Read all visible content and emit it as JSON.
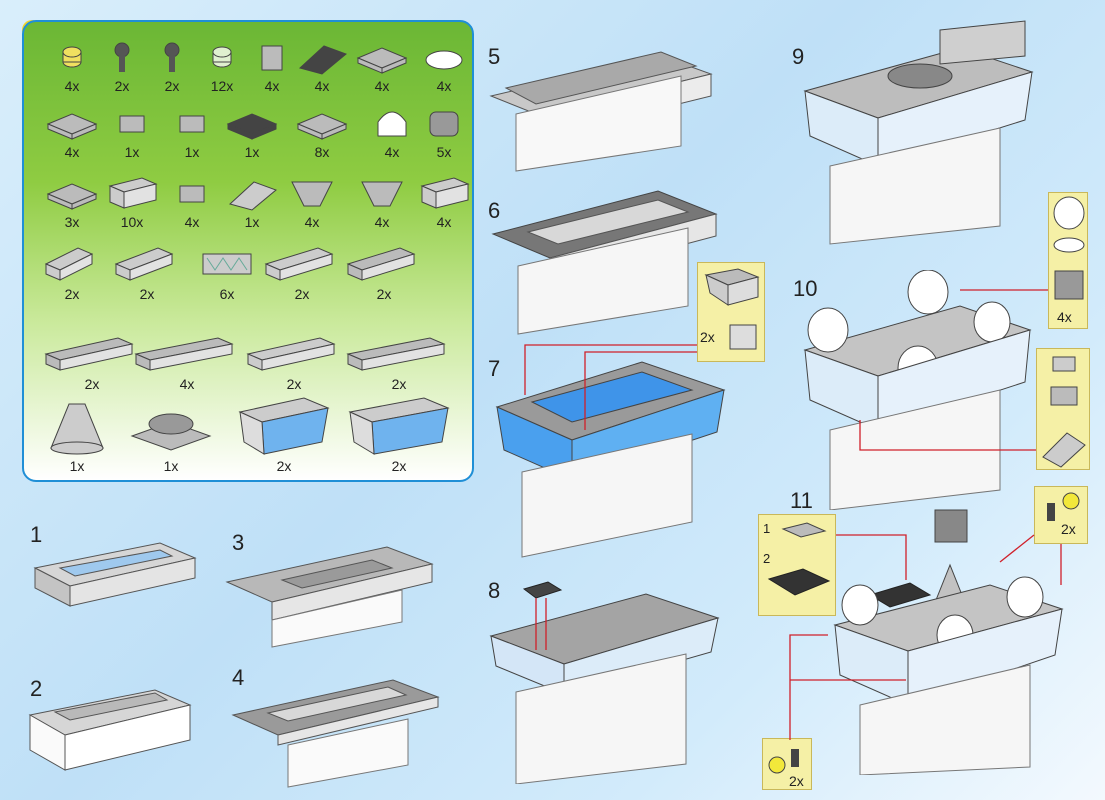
{
  "parts_panel": {
    "parts": [
      {
        "qty": "4x",
        "shape": "round-1x1",
        "color": "#f0e060"
      },
      {
        "qty": "2x",
        "shape": "lamp",
        "color": "#555"
      },
      {
        "qty": "2x",
        "shape": "lamp",
        "color": "#555"
      },
      {
        "qty": "12x",
        "shape": "round-1x1",
        "color": "#dff0cf"
      },
      {
        "qty": "4x",
        "shape": "brick-1x1",
        "color": "#bbb"
      },
      {
        "qty": "4x",
        "shape": "slope",
        "color": "#444"
      },
      {
        "qty": "4x",
        "shape": "plate-1x2",
        "color": "#bbb"
      },
      {
        "qty": "4x",
        "shape": "round-plate",
        "color": "#fff"
      },
      {
        "qty": "4x",
        "shape": "plate-1x2",
        "color": "#bbb"
      },
      {
        "qty": "1x",
        "shape": "clip",
        "color": "#bbb"
      },
      {
        "qty": "1x",
        "shape": "hinge",
        "color": "#bbb"
      },
      {
        "qty": "1x",
        "shape": "plate-2x2",
        "color": "#444"
      },
      {
        "qty": "8x",
        "shape": "plate-corner",
        "color": "#bbb"
      },
      {
        "qty": "4x",
        "shape": "dome",
        "color": "#fff"
      },
      {
        "qty": "5x",
        "shape": "round-brick",
        "color": "#999"
      },
      {
        "qty": "3x",
        "shape": "plate-2x2",
        "color": "#bbb"
      },
      {
        "qty": "10x",
        "shape": "brick-1x2",
        "color": "#ccc"
      },
      {
        "qty": "4x",
        "shape": "clip",
        "color": "#bbb"
      },
      {
        "qty": "1x",
        "shape": "slope",
        "color": "#ccc"
      },
      {
        "qty": "4x",
        "shape": "inv-slope",
        "color": "#bbb"
      },
      {
        "qty": "4x",
        "shape": "inv-slope",
        "color": "#bbb"
      },
      {
        "qty": "4x",
        "shape": "brick-corner",
        "color": "#ccc"
      },
      {
        "qty": "2x",
        "shape": "slope-long",
        "color": "#ccc"
      },
      {
        "qty": "2x",
        "shape": "brick-1x4",
        "color": "#ccc"
      },
      {
        "qty": "6x",
        "shape": "fence",
        "color": "#ccc"
      },
      {
        "qty": "2x",
        "shape": "brick-1x6",
        "color": "#ccc"
      },
      {
        "qty": "2x",
        "shape": "plate-4x6",
        "color": "#bbb"
      },
      {
        "qty": "2x",
        "shape": "plate-1x8",
        "color": "#bbb"
      },
      {
        "qty": "4x",
        "shape": "tile-1x8",
        "color": "#bbb"
      },
      {
        "qty": "2x",
        "shape": "slope-2x4",
        "color": "#ccc"
      },
      {
        "qty": "2x",
        "shape": "plate-1x6",
        "color": "#bbb"
      },
      {
        "qty": "1x",
        "shape": "cone",
        "color": "#ccc"
      },
      {
        "qty": "1x",
        "shape": "turntable",
        "color": "#bbb"
      },
      {
        "qty": "2x",
        "shape": "window",
        "color": "#6fb3ee"
      },
      {
        "qty": "2x",
        "shape": "window",
        "color": "#6fb3ee"
      }
    ]
  },
  "steps": [
    {
      "number": "1"
    },
    {
      "number": "2"
    },
    {
      "number": "3"
    },
    {
      "number": "4"
    },
    {
      "number": "5"
    },
    {
      "number": "6"
    },
    {
      "number": "7"
    },
    {
      "number": "8"
    },
    {
      "number": "9"
    },
    {
      "number": "10"
    },
    {
      "number": "11"
    }
  ],
  "callouts": {
    "step7": {
      "qty": "2x"
    },
    "step10_top": {
      "qty": "4x"
    },
    "step11_left": {
      "sub1": "1",
      "sub2": "2"
    },
    "step11_right": {
      "qty": "2x"
    },
    "step11_bottom": {
      "qty": "2x"
    }
  },
  "colors": {
    "panel_border": "#1f8fd6",
    "arrow": "#d0202a",
    "glass": "#4aa0ee",
    "callout": "#f5f0a6"
  }
}
